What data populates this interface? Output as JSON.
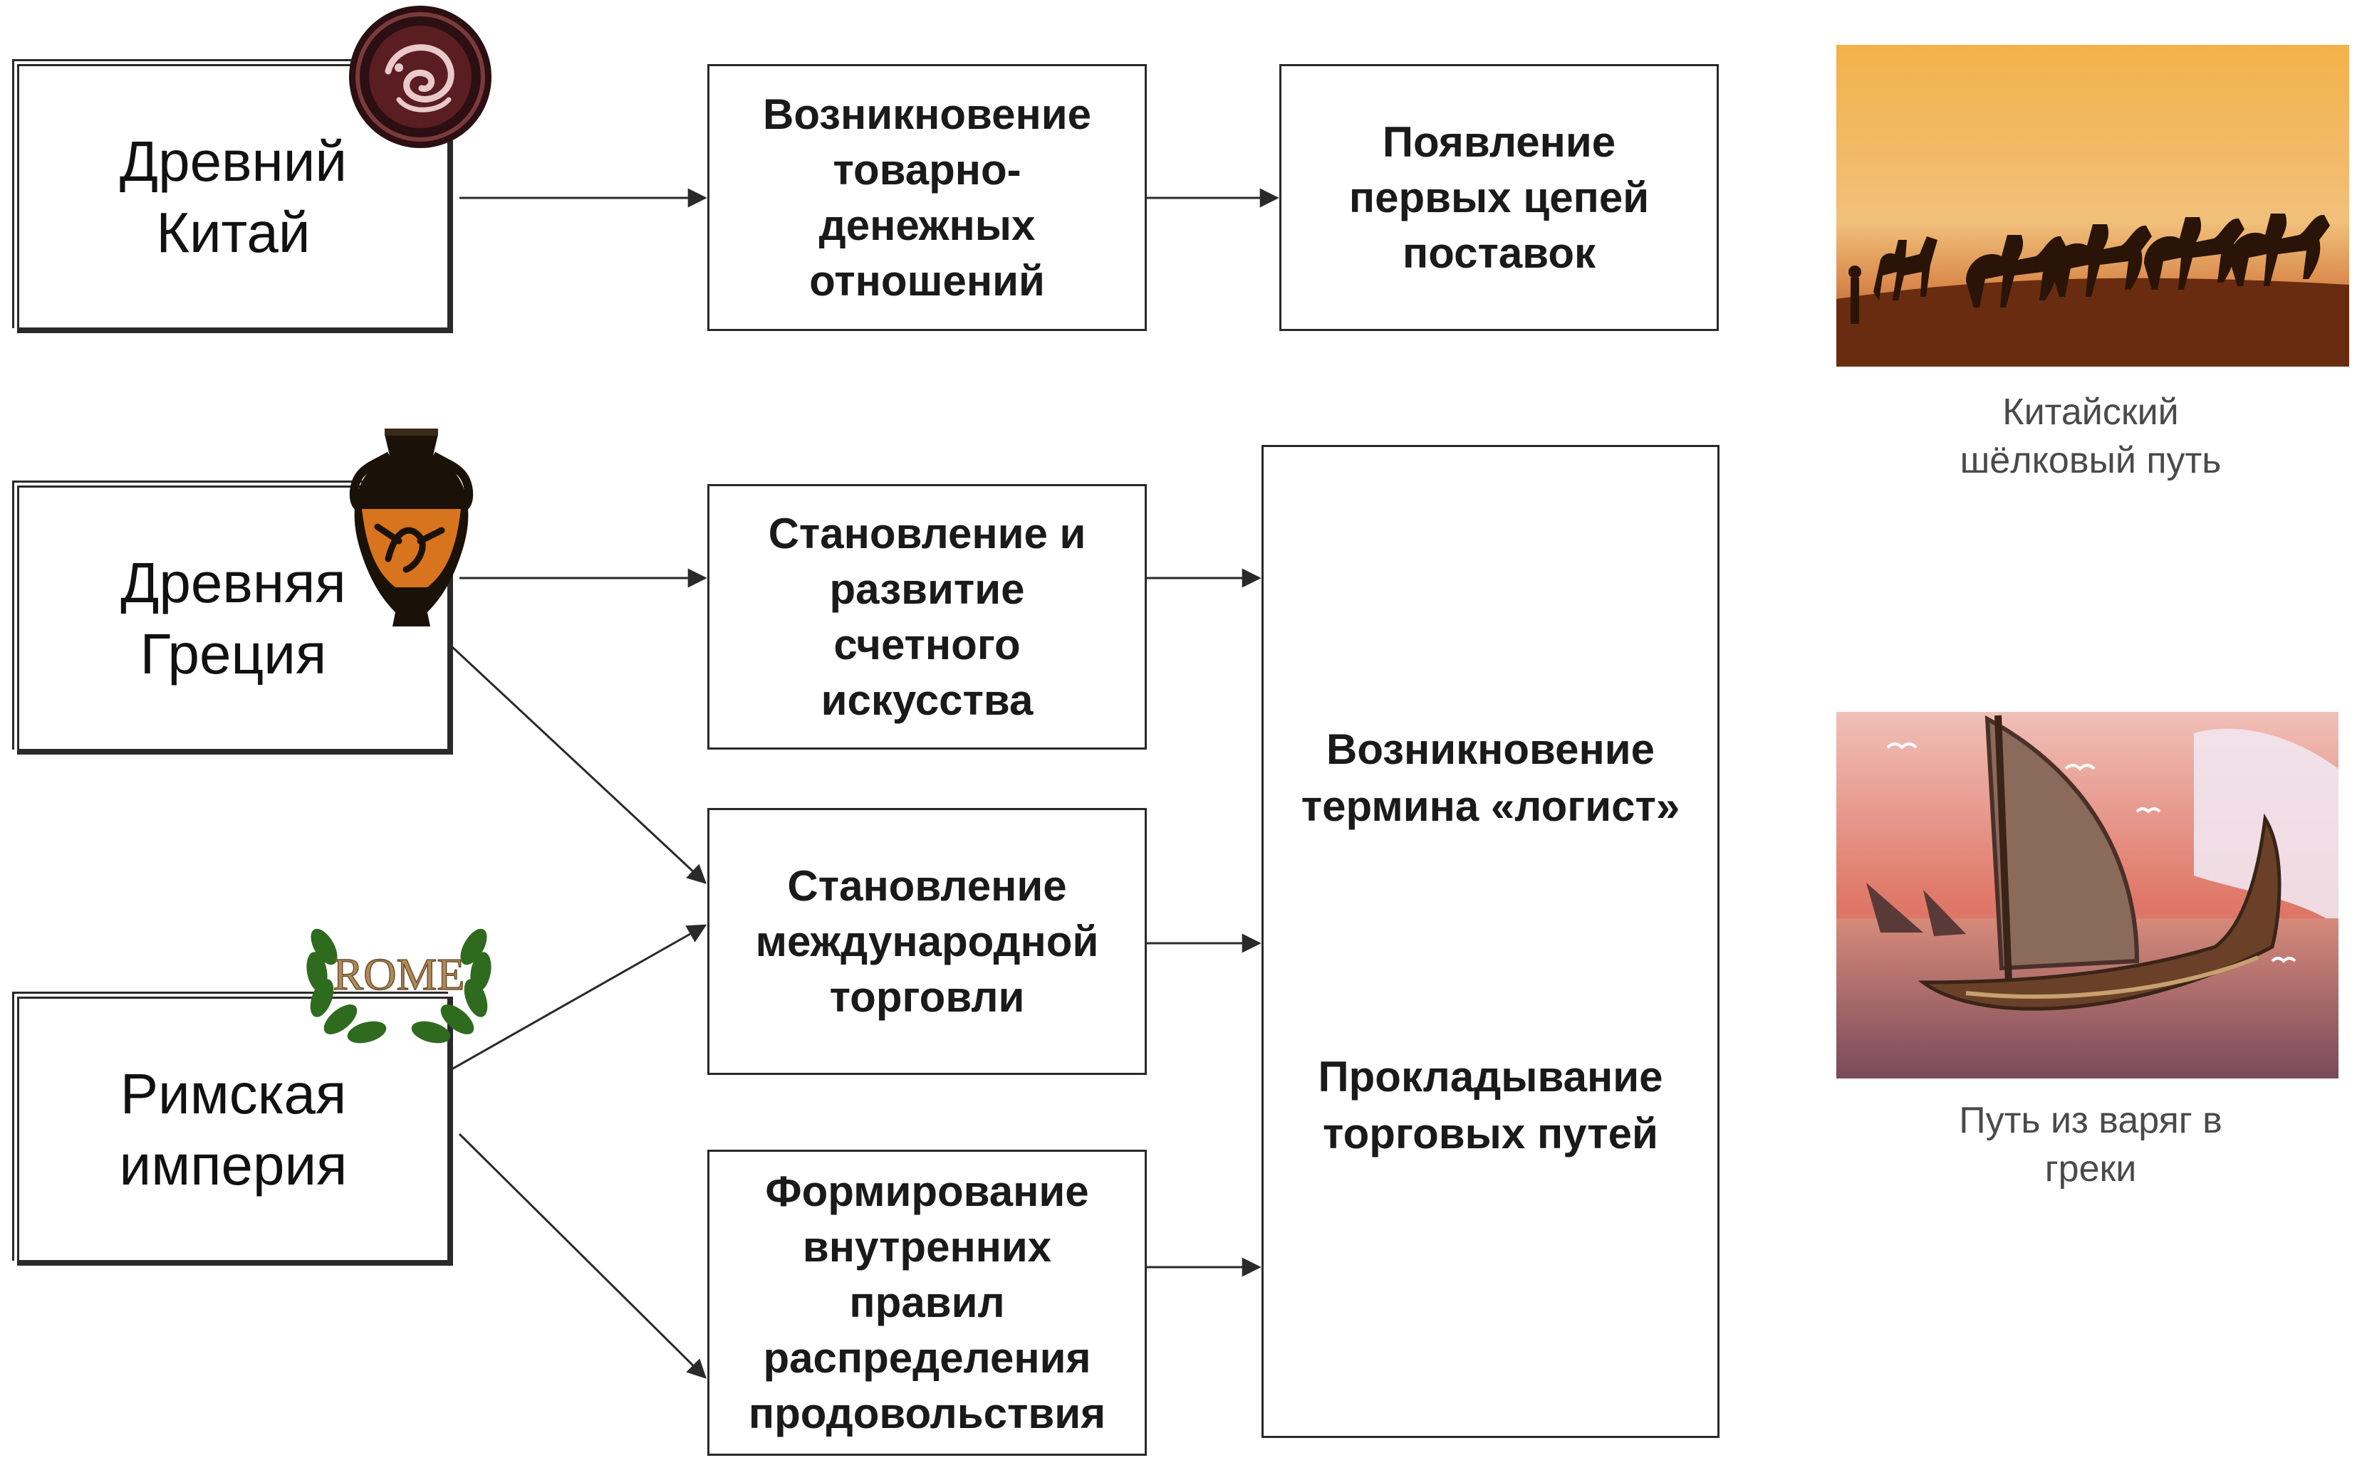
{
  "sources": {
    "china": "Древний Китай",
    "greece": "Древняя Греция",
    "rome": "Римская империя"
  },
  "steps": {
    "money_relations": "Возникновение товарно-денежных отношений",
    "supply_chains": "Появление первых цепей поставок",
    "counting_art": "Становление и развитие счетного искусства",
    "intl_trade": "Становление международной торговли",
    "food_rules": "Формирование внутренних правил распределения продовольствия"
  },
  "result": {
    "term": "Возникновение термина «логист»",
    "routes": "Прокладывание торговых путей"
  },
  "logos": {
    "rome_text": "ROME"
  },
  "captions": {
    "silk_road": "Китайский шёлковый путь",
    "varangians": "Путь из варяг в греки"
  },
  "icons": {
    "china": "dragon-medallion-icon",
    "greece": "greek-amphora-icon",
    "rome": "laurel-wreath-icon"
  },
  "colors": {
    "line": "#2a2a2a",
    "desert_sky": "#e8a23a",
    "sea": "#d86a62"
  }
}
